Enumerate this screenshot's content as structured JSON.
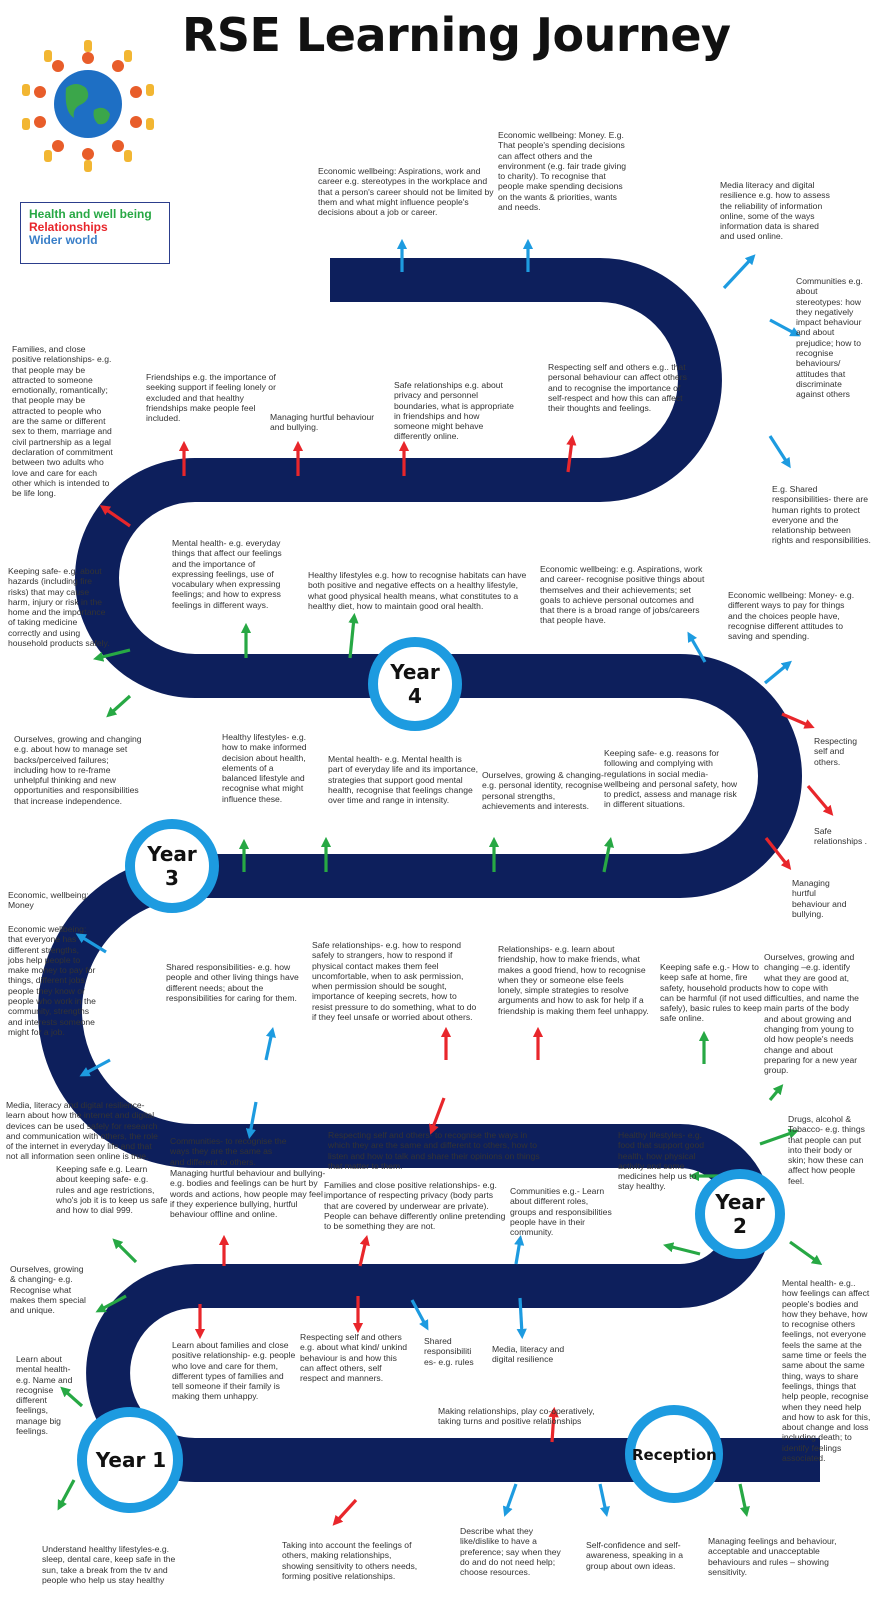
{
  "title": "RSE Learning Journey",
  "legend": [
    {
      "label": "Health and well being",
      "color": "#27a844"
    },
    {
      "label": "Relationships",
      "color": "#e8262b"
    },
    {
      "label": "Wider world",
      "color": "#3a7fc8"
    }
  ],
  "colors": {
    "road": "#0d1f5c",
    "circle": "#1d9be0",
    "red": "#e8262b",
    "green": "#27a844",
    "blue": "#1d9be0"
  },
  "stages": {
    "reception": "Reception",
    "year1": "Year 1",
    "year2": "Year 2",
    "year3": "Year 3",
    "year4": "Year 4"
  },
  "notes": {
    "n1": "Economic wellbeing: Aspirations, work and career e.g. stereotypes in the workplace and that a person's career should not be limited by them and what might influence people's decisions about a job or career.",
    "n2": "Economic wellbeing: Money. E.g. That people's spending decisions can affect others and the environment (e.g. fair trade giving to charity). To recognise that people make spending decisions on the wants & priorities, wants and needs.",
    "n3": "Media literacy and digital resilience e.g. how to assess the reliability of information online, some of the ways information data is shared and used online.",
    "n4": "Communities e.g. about stereotypes: how they negatively impact behaviour and about prejudice; how to recognise behaviours/ attitudes that discriminate against others",
    "n5": "E.g. Shared responsibilities- there are human rights to protect everyone and the relationship between rights and responsibilities.",
    "n6": "Families, and close positive relationships- e.g. that people may be attracted to someone emotionally, romantically; that people may be attracted to people who are the same or different sex to them, marriage and civil partnership as a legal declaration of commitment between two adults who love and care for each other which is intended to be life long.",
    "n7": "Friendships e.g. the importance of seeking support if feeling lonely or excluded and that healthy friendships make people feel included.",
    "n8": "Managing hurtful behaviour and bullying.",
    "n9": "Safe relationships e.g. about privacy and personnel boundaries, what is appropriate in friendships and how someone might behave differently online.",
    "n10": "Respecting self and others e.g.. that personal behaviour can affect others and to recognise the importance of self-respect and how this can affect their thoughts and feelings.",
    "n11": "Keeping safe- e.g. about hazards (including fire risks) that may cause harm, injury or risk in the home and the importance of taking medicine correctly and using household products safely.",
    "n12": "Mental health- e.g. everyday things that affect our feelings and the importance of expressing feelings, use of vocabulary when expressing feelings; and how to express feelings in different ways.",
    "n13": "Healthy lifestyles e.g. how to recognise habitats can have both positive and negative effects on a healthy lifestyle, what good physical health means, what constitutes to a healthy diet, how to maintain good oral health.",
    "n14": "Economic wellbeing: e.g. Aspirations, work and career- recognise positive things about themselves and their achievements; set goals to achieve personal outcomes and that there is a broad range of jobs/careers that people have.",
    "n15": "Economic wellbeing: Money- e.g. different ways to pay for things and the choices people have, recognise different attitudes to saving and spending.",
    "n16": "Respecting self and others.",
    "n17": "Safe relationships .",
    "n18": "Managing hurtful behaviour and bullying.",
    "n19": "Ourselves, growing and changing e.g. about how to manage set backs/perceived failures; including how to re-frame unhelpful thinking and new opportunities and responsibilities that increase independence.",
    "n20": "Healthy lifestyles- e.g. how to make informed decision about health, elements of a balanced lifestyle and recognise what might influence these.",
    "n21": "Mental health- e.g. Mental health is part of everyday life and its importance, strategies that support good mental health, recognise that feelings change over time and range in intensity.",
    "n22": "Ourselves, growing & changing- e.g. personal identity, recognise personal strengths, achievements and interests.",
    "n23": "Keeping safe- e.g. reasons for following and complying with regulations in social media- wellbeing and personal safety, how to predict, assess and manage risk in different situations.",
    "n24": "Economic, wellbeing: Money",
    "n25": "Economic wellbeing: that everyone has different strengths, jobs help people to make money to pay for things, different jobs people they know or people who work in the community, strengths and interests someone might for a job.",
    "n26": "Shared responsibilities- e.g. how people and other living things have different needs; about the responsibilities for caring for them.",
    "n27": "Safe relationships- e.g. how to respond safely to strangers, how to respond if physical contact makes them feel uncomfortable, when to ask permission, when permission should be sought, importance of keeping secrets, how to resist pressure to do something, what to do if they feel unsafe or worried about others.",
    "n28": "Relationships- e.g. learn about friendship, how to make friends, what makes a good friend, how to recognise when they or someone else feels lonely, simple strategies to resolve arguments and how to ask for help if a friendship is making them feel unhappy.",
    "n29": "Keeping safe e.g.- How to keep safe at home, fire safety, household products can be harmful (if not used safely), basic rules to keep safe online.",
    "n30": "Ourselves, growing and changing –e.g. identify what they are good at, how to cope with difficulties, and name the main parts of the body and about growing and changing from young to old how people's needs change and about preparing for a new year group.",
    "n31": "Media, literacy and digital resilience- learn about how the internet and digital devices can be used safely for research and communication with others, the role of the internet in everyday life and that not all information seen online is true.",
    "n32": "Communities- to recognise the ways they are the same as and different to others.",
    "n33": "Respecting self and others- to recognise the ways in which they are the same and different to others, how to listen and how to talk and share their opinions on things that matter to them.",
    "n34": "Drugs, alcohol & Tobacco- e.g. things that people can put into their body or skin; how these can affect how people feel.",
    "n35": "Healthy lifestyles- e.g. food that support good health, how physical activity and some medicines help us to stay healthy.",
    "n36": "Keeping safe e.g. Learn about keeping safe- e.g. rules and age restrictions, who's job it is to keep us safe and how to dial 999.",
    "n37": "Managing hurtful behaviour and bullying- e.g. bodies and feelings can be hurt by words and actions, how people may feel if they experience bullying, hurtful behaviour offline and online.",
    "n38": "Families and close positive relationships- e.g. importance of respecting privacy (body parts that are covered by underwear are private). People can behave differently online pretending to be something they are not.",
    "n39": "Communities e.g.- Learn about different roles, groups and responsibilities people have in their community.",
    "n40": "Ourselves, growing & changing- e.g. Recognise what makes them special and unique.",
    "n41": "Learn about families and close positive relationship- e.g. people who love and care for them, different types of families and tell someone if their family is making them unhappy.",
    "n42": "Respecting self and others e.g. about what kind/ unkind behaviour is and how this can affect others, self respect and manners.",
    "n43": "Shared responsibiliti es- e.g. rules",
    "n44": "Media, literacy and digital resilience",
    "n45": "Mental health- e.g.. how feelings can affect people's bodies and how they behave, how to recognise others feelings, not everyone feels the same at the same time or feels the same about the same thing, ways to share feelings, things that help people, recognise when they need help and how to ask for this, about change and loss including death; to identify feelings associated.",
    "n46": "Learn about mental health- e.g. Name and recognise different feelings, manage big feelings.",
    "n47": "Making relationships, play co-operatively, taking turns and positive relationships",
    "n48": "Understand healthy lifestyles-e.g. sleep, dental care, keep safe in the sun, take a break from the tv and people who help us stay healthy",
    "n49": "Taking into account the feelings of others, making relationships, showing sensitivity to others needs, forming positive relationships.",
    "n50": "Describe what they like/dislike to have a preference; say when they do and do not need help; choose resources.",
    "n51": "Self-confidence and self-awareness, speaking in a group about own ideas.",
    "n52": "Managing feelings and behaviour, acceptable and unacceptable behaviours and rules – showing sensitivity."
  }
}
